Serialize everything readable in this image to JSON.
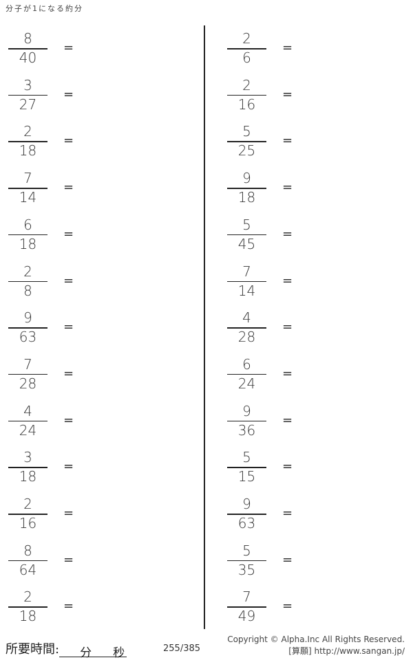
{
  "title": "分子が1になる約分",
  "left_problems": [
    {
      "num": "8",
      "den": "40"
    },
    {
      "num": "3",
      "den": "27"
    },
    {
      "num": "2",
      "den": "18"
    },
    {
      "num": "7",
      "den": "14"
    },
    {
      "num": "6",
      "den": "18"
    },
    {
      "num": "2",
      "den": "8"
    },
    {
      "num": "9",
      "den": "63"
    },
    {
      "num": "7",
      "den": "28"
    },
    {
      "num": "4",
      "den": "24"
    },
    {
      "num": "3",
      "den": "18"
    },
    {
      "num": "2",
      "den": "16"
    },
    {
      "num": "8",
      "den": "64"
    },
    {
      "num": "2",
      "den": "18"
    }
  ],
  "right_problems": [
    {
      "num": "2",
      "den": "6"
    },
    {
      "num": "2",
      "den": "16"
    },
    {
      "num": "5",
      "den": "25"
    },
    {
      "num": "9",
      "den": "18"
    },
    {
      "num": "5",
      "den": "45"
    },
    {
      "num": "7",
      "den": "14"
    },
    {
      "num": "4",
      "den": "28"
    },
    {
      "num": "6",
      "den": "24"
    },
    {
      "num": "9",
      "den": "36"
    },
    {
      "num": "5",
      "den": "15"
    },
    {
      "num": "9",
      "den": "63"
    },
    {
      "num": "5",
      "den": "35"
    },
    {
      "num": "7",
      "den": "49"
    }
  ],
  "equals": "=",
  "footer": {
    "time_label": "所要時間:",
    "minutes": "分",
    "seconds": "秒",
    "page": "255/385",
    "copyright": "Copyright ©  Alpha.Inc All Rights Reserved.",
    "site": "[算願] http://www.sangan.jp/"
  }
}
